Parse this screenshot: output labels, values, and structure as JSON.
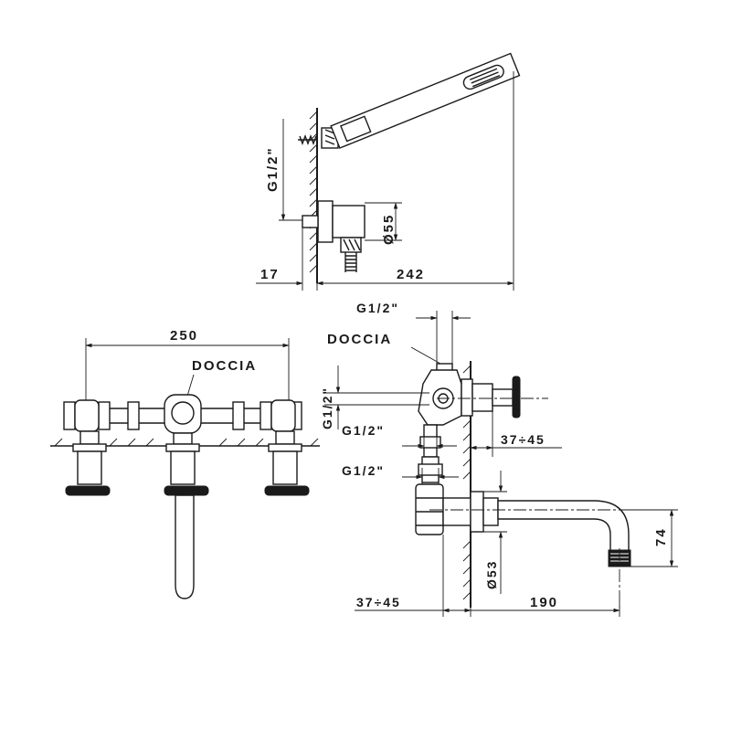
{
  "dimensions": {
    "thread_top": "G1/2\"",
    "diameter_55": "Ø55",
    "depth_17": "17",
    "length_242": "242",
    "width_250": "250",
    "label_doccia_front": "DOCCIA",
    "thread_side_top": "G1/2\"",
    "label_doccia_side": "DOCCIA",
    "thread_side_vertical": "G1/2\"",
    "thread_side_mid": "G1/2\"",
    "range_upper": "37÷45",
    "thread_side_lower": "G1/2\"",
    "diameter_53": "Ø53",
    "height_74": "74",
    "range_lower": "37÷45",
    "length_190": "190"
  }
}
